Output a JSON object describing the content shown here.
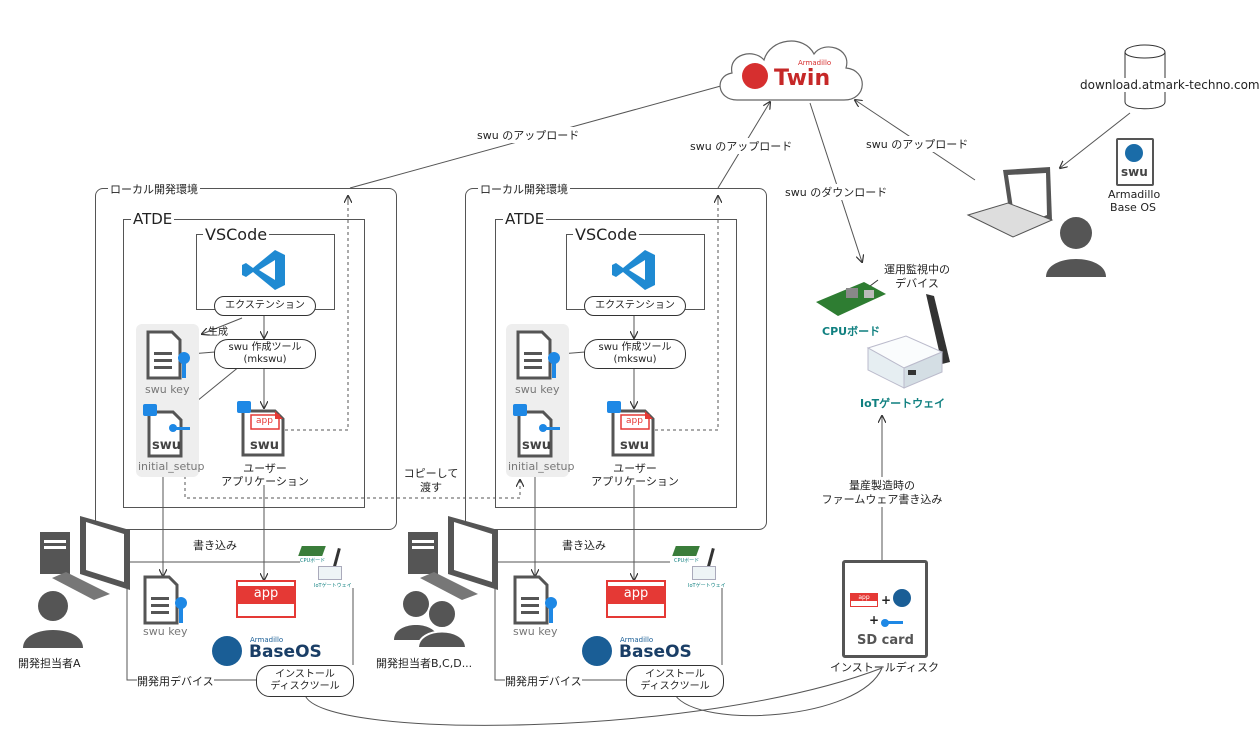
{
  "cloud": {
    "brand_small": "Armadillo",
    "brand": "Twin"
  },
  "server": {
    "host": "download.atmark-techno.com",
    "file_label": "swu",
    "file_caption_1": "Armadillo",
    "file_caption_2": "Base OS"
  },
  "arrows": {
    "upload_left": "swu のアップロード",
    "upload_mid": "swu のアップロード",
    "upload_right": "swu のアップロード",
    "download": "swu のダウンロード",
    "copy_1": "コピーして",
    "copy_2": "渡す",
    "write": "書き込み",
    "mass_1": "量産製造時の",
    "mass_2": "ファームウェア書き込み"
  },
  "env": {
    "title": "ローカル開発環境",
    "atde": "ATDE",
    "vscode": "VSCode",
    "extension": "エクステンション",
    "generate": "生成",
    "tool_1": "swu 作成ツール",
    "tool_2": "(mkswu)",
    "swu_key": "swu key",
    "initial_setup": "initial_setup",
    "swu": "swu",
    "app": "app",
    "user_app_1": "ユーザー",
    "user_app_2": "アプリケーション"
  },
  "device": {
    "dev_device": "開発用デバイス",
    "install_1": "インストール",
    "install_2": "ディスクツール",
    "swu_key": "swu key",
    "app": "app",
    "baseos_small": "Armadillo",
    "baseos": "BaseOS",
    "cpu_mini": "CPUボード",
    "gw_mini": "IoTゲートウェイ"
  },
  "people": {
    "dev_a": "開発担当者A",
    "dev_bcd": "開発担当者B,C,D..."
  },
  "operating": {
    "line1": "運用監視中の",
    "line2": "デバイス",
    "cpu": "CPUボード",
    "gw": "IoTゲートウェイ"
  },
  "sdcard": {
    "app": "app",
    "label": "SD card",
    "caption": "インストールディスク"
  }
}
